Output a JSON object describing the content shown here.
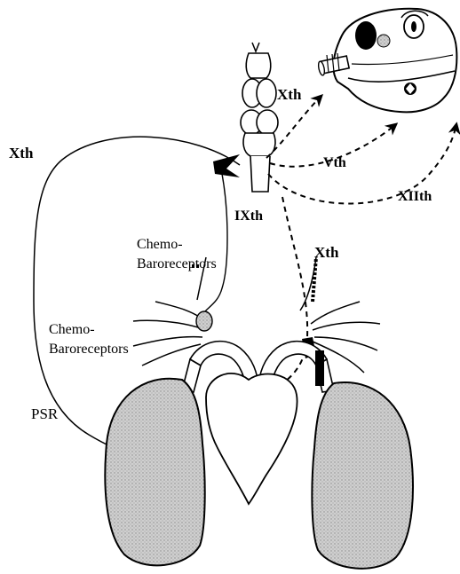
{
  "labels": {
    "xth_left": "Xth",
    "xth_top": "Xth",
    "vth": "Vth",
    "xiith": "XIIth",
    "ixth": "IXth",
    "xth_right": "Xth",
    "chemo_upper_1": "Chemo-",
    "chemo_upper_2": "Baroreceptors",
    "chemo_lower_1": "Chemo-",
    "chemo_lower_2": "Baroreceptors",
    "psr": "PSR"
  },
  "colors": {
    "line": "#000000",
    "lung_fill": "#c4c4c4",
    "background": "#ffffff"
  }
}
